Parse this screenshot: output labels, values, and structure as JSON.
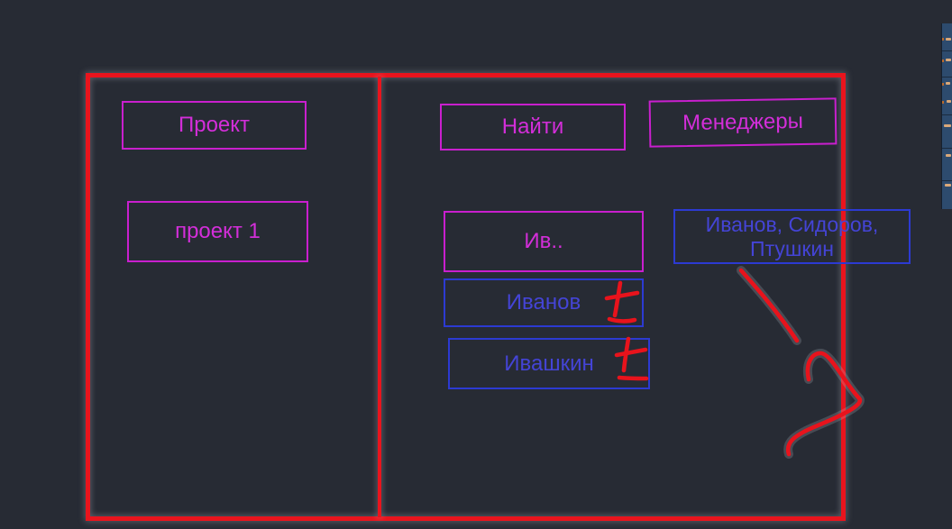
{
  "colors": {
    "background": "#272b34",
    "red_marker": "#e9141d",
    "magenta_stroke": "#c91fce",
    "magenta_text": "#d32ed9",
    "blue_stroke": "#2c3ad2",
    "blue_text": "#4444d6",
    "side_strip_blue": "#2d4b6e",
    "side_strip_dash": "#d9a87a"
  },
  "left_panel": {
    "title_box_label": "Проект",
    "item_box_label": "проект 1"
  },
  "right_panel": {
    "find_button_label": "Найти",
    "managers_button_label": "Менеджеры",
    "query_box_label": "Ив..",
    "results": [
      {
        "label": "Иванов"
      },
      {
        "label": "Ивашкин"
      }
    ],
    "managers_list_label": "Иванов, Сидоров, Птушкин"
  },
  "annotations": {
    "ivanov_mark": "plus-with-underline",
    "ivashkin_mark": "plus-with-underline",
    "squiggle": "curved-connector-stroke"
  }
}
